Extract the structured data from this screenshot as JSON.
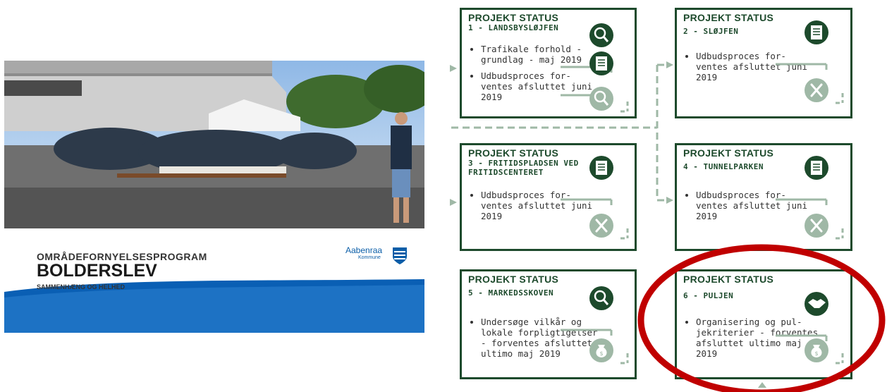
{
  "cover": {
    "program_label": "OMRÅDEFORNYELSESPROGRAM",
    "program_name": "BOLDERSLEV",
    "program_subtitle": "SAMMENHÆNG OG HELHED",
    "logo_name": "Aabenraa",
    "logo_sub": "Kommune"
  },
  "cards": [
    {
      "title": "PROJEKT STATUS",
      "sub": "1 - LANDSBYSLØJFEN",
      "bullets": [
        "Trafikale forhold -\ngrundlag - maj 2019",
        "Udbudsproces for-\nventes afsluttet juni\n2019"
      ],
      "icons": [
        "magnifier-icon",
        "document-icon",
        "magnifier-icon"
      ]
    },
    {
      "title": "PROJEKT STATUS",
      "sub": "2 - SLØJFEN",
      "bullets": [
        "Udbudsproces for-\nventes afsluttet juni\n2019"
      ],
      "icons": [
        "document-icon",
        "tools-icon"
      ]
    },
    {
      "title": "PROJEKT STATUS",
      "sub": "3 - FRITIDSPLADSEN VED\nFRITIDSCENTERET",
      "bullets": [
        "Udbudsproces for-\nventes afsluttet juni\n2019"
      ],
      "icons": [
        "document-icon",
        "tools-icon"
      ]
    },
    {
      "title": "PROJEKT STATUS",
      "sub": "4 - TUNNELPARKEN",
      "bullets": [
        "Udbudsproces for-\nventes afsluttet juni\n2019"
      ],
      "icons": [
        "document-icon",
        "tools-icon"
      ]
    },
    {
      "title": "PROJEKT STATUS",
      "sub": "5 - MARKEDSSKOVEN",
      "bullets": [
        "Undersøge vilkår og\nlokale forpligtigelser\n- forventes afsluttet\nultimo maj 2019"
      ],
      "icons": [
        "magnifier-icon",
        "money-bag-icon"
      ]
    },
    {
      "title": "PROJEKT STATUS",
      "sub": "6 - PULJEN",
      "bullets": [
        "Organisering og pul-\njekriterier - forventes\nafsluttet ultimo maj\n2019"
      ],
      "icons": [
        "handshake-icon",
        "money-bag-icon"
      ]
    }
  ],
  "colors": {
    "frame": "#1d4a2c",
    "connector": "#9fb8a6",
    "highlight": "#c00000",
    "cover_wave": "#0a5fb4"
  }
}
